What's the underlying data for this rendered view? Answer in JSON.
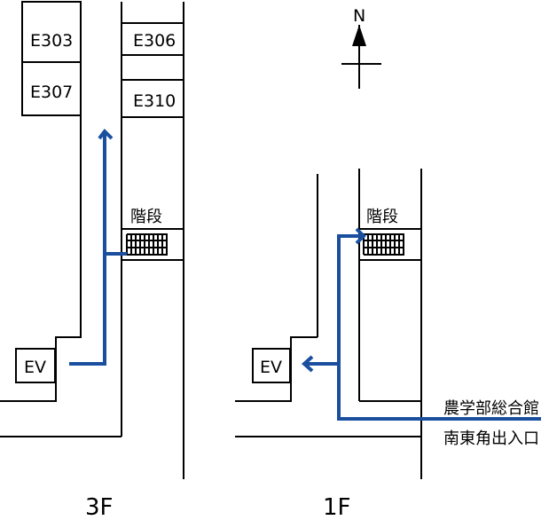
{
  "compass": {
    "label": "N"
  },
  "floors": {
    "left": {
      "label": "3F"
    },
    "right": {
      "label": "1F"
    }
  },
  "rooms": {
    "e303": "E303",
    "e306": "E306",
    "e307": "E307",
    "e310": "E310"
  },
  "stairs": {
    "left": "階段",
    "right": "階段"
  },
  "elevator": {
    "left": "EV",
    "right": "EV"
  },
  "entrance": {
    "line1": "農学部総合館",
    "line2": "南東角出入口"
  },
  "colors": {
    "route": "#1a4fa0",
    "walls": "#000000"
  }
}
